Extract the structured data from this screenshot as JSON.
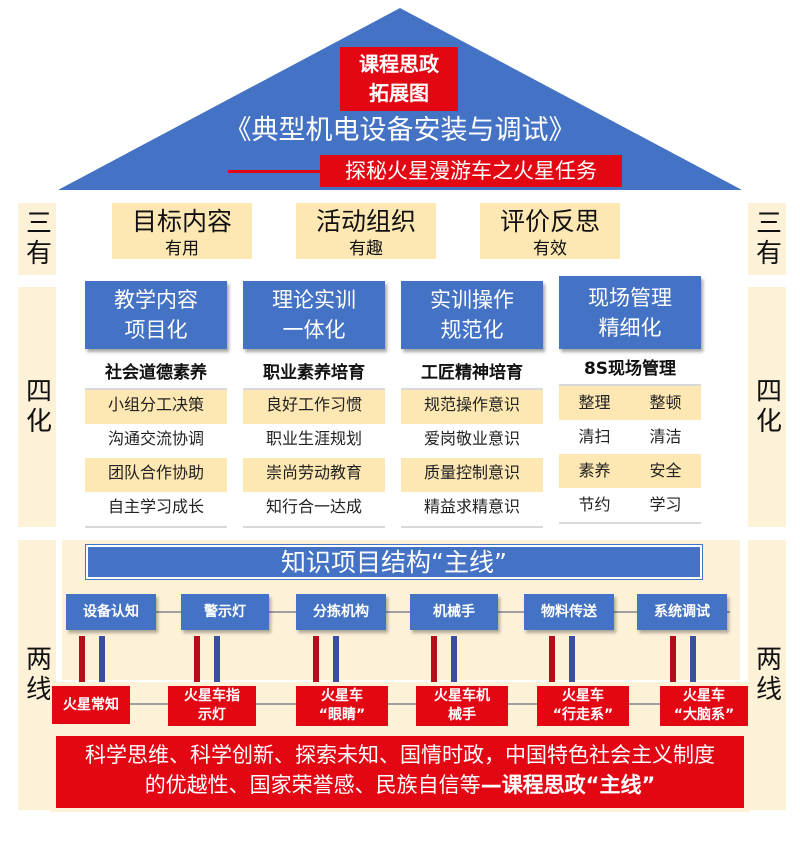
{
  "header": {
    "badge_line1": "课程思政",
    "badge_line2": "拓展图",
    "title": "《典型机电设备安装与调试》",
    "subtitle": "探秘火星漫游车之火星任务"
  },
  "sides": {
    "left": [
      "三有",
      "四化",
      "两线"
    ],
    "right": [
      "三有",
      "四化",
      "两线"
    ]
  },
  "goals": [
    {
      "main": "目标内容",
      "sub": "有用"
    },
    {
      "main": "活动组织",
      "sub": "有趣"
    },
    {
      "main": "评价反思",
      "sub": "有效"
    }
  ],
  "columns": [
    {
      "head_line1": "教学内容",
      "head_line2": "项目化",
      "heading": "社会道德素养",
      "items": [
        "小组分工决策",
        "沟通交流协调",
        "团队合作协助",
        "自主学习成长"
      ]
    },
    {
      "head_line1": "理论实训",
      "head_line2": "一体化",
      "heading": "职业素养培育",
      "items": [
        "良好工作习惯",
        "职业生涯规划",
        "崇尚劳动教育",
        "知行合一达成"
      ]
    },
    {
      "head_line1": "实训操作",
      "head_line2": "规范化",
      "heading": "工匠精神培育",
      "items": [
        "规范操作意识",
        "爱岗敬业意识",
        "质量控制意识",
        "精益求精意识"
      ]
    },
    {
      "head_line1": "现场管理",
      "head_line2": "精细化",
      "heading": "8S现场管理",
      "pairs": [
        [
          "整理",
          "整顿"
        ],
        [
          "清扫",
          "清洁"
        ],
        [
          "素养",
          "安全"
        ],
        [
          "节约",
          "学习"
        ]
      ]
    }
  ],
  "knowledge": {
    "bar_title": "知识项目结构“主线”",
    "blue_nodes": [
      "设备认知",
      "警示灯",
      "分拣机构",
      "机械手",
      "物料传送",
      "系统调试"
    ],
    "red_nodes": [
      [
        "火星常知"
      ],
      [
        "火星车指",
        "示灯"
      ],
      [
        "火星车",
        "“眼睛”"
      ],
      [
        "火星车机",
        "械手"
      ],
      [
        "火星车",
        "“行走系”"
      ],
      [
        "火星车",
        "“大脑系”"
      ]
    ]
  },
  "bottom": {
    "line1": "科学思维、科学创新、探索未知、国情时政，中国特色社会主义制度",
    "line2_prefix": "的优越性、国家荣誉感、民族自信等",
    "line2_bold": "—课程思政“主线”"
  },
  "colors": {
    "roof_blue": "#4472c4",
    "accent_red": "#e30613",
    "cream": "#fdf1d8",
    "card_yellow": "#fde7b3"
  }
}
